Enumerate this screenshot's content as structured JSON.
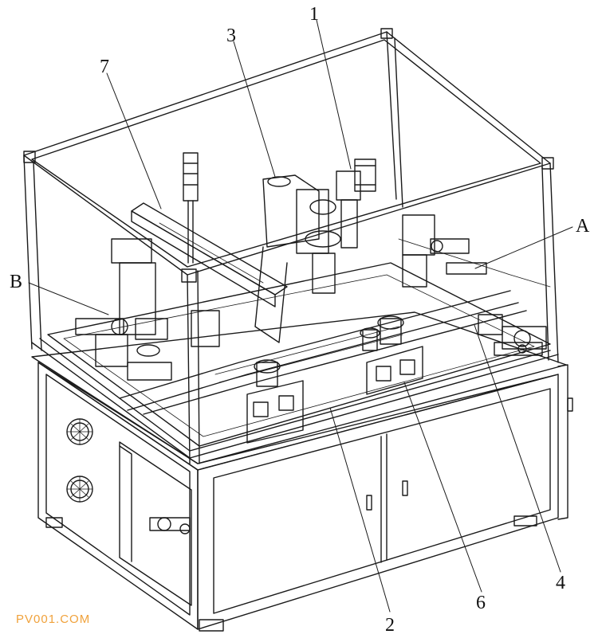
{
  "labels": {
    "l1": "1",
    "l3": "3",
    "l7": "7",
    "lA": "A",
    "lB": "B",
    "l2": "2",
    "l6": "6",
    "l4": "4"
  },
  "watermark": "PV001.COM"
}
